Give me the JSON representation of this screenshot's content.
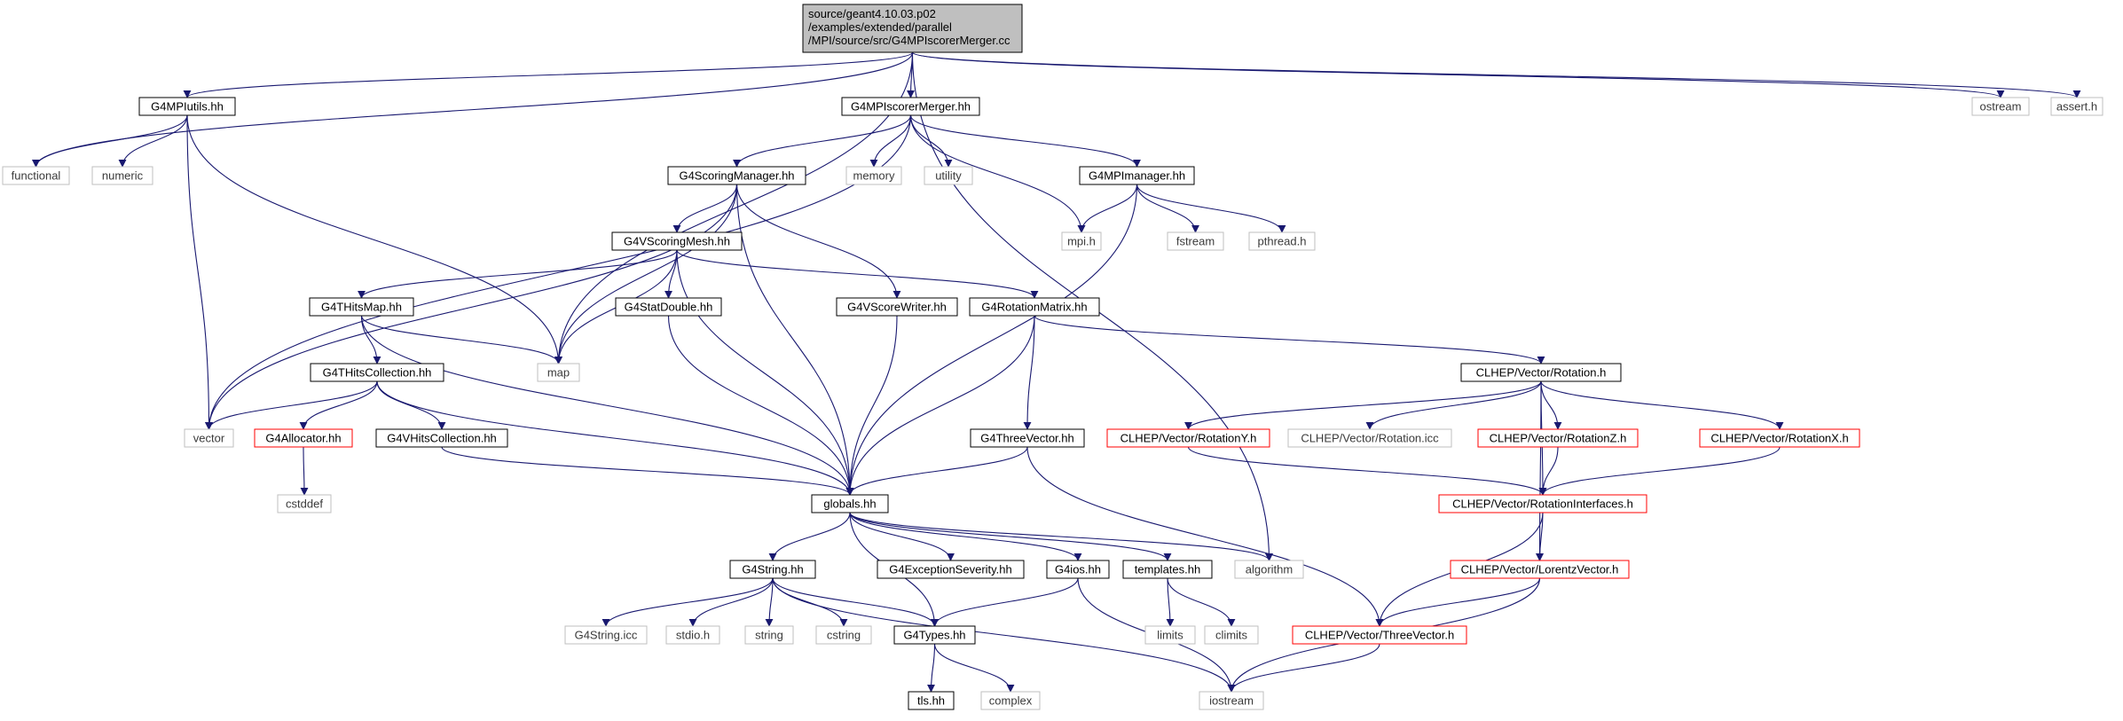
{
  "colors": {
    "edge": "#191970",
    "box_black": "#000000",
    "box_gray": "#bfbfbf",
    "box_red": "#ff0000",
    "text_dark": "#000000",
    "text_gray": "#3a3a3a",
    "root_fill": "#bfbfbf"
  },
  "nodes": [
    {
      "id": "root",
      "label": "source/geant4.10.03.p02\n/examples/extended/parallel\n/MPI/source/src/G4MPIscorerMerger.cc",
      "style": "root"
    },
    {
      "id": "mpiutils",
      "label": "G4MPIutils.hh",
      "style": "black"
    },
    {
      "id": "scorermerger_hh",
      "label": "G4MPIscorerMerger.hh",
      "style": "black"
    },
    {
      "id": "ostream",
      "label": "ostream",
      "style": "gray"
    },
    {
      "id": "assert",
      "label": "assert.h",
      "style": "gray"
    },
    {
      "id": "functional",
      "label": "functional",
      "style": "gray"
    },
    {
      "id": "numeric",
      "label": "numeric",
      "style": "gray"
    },
    {
      "id": "scoringmanager",
      "label": "G4ScoringManager.hh",
      "style": "black"
    },
    {
      "id": "memory",
      "label": "memory",
      "style": "gray"
    },
    {
      "id": "utility",
      "label": "utility",
      "style": "gray"
    },
    {
      "id": "mpimanager",
      "label": "G4MPImanager.hh",
      "style": "black"
    },
    {
      "id": "mpih",
      "label": "mpi.h",
      "style": "gray"
    },
    {
      "id": "fstream",
      "label": "fstream",
      "style": "gray"
    },
    {
      "id": "pthread",
      "label": "pthread.h",
      "style": "gray"
    },
    {
      "id": "vscoringmesh",
      "label": "G4VScoringMesh.hh",
      "style": "black"
    },
    {
      "id": "thitsmap",
      "label": "G4THitsMap.hh",
      "style": "black"
    },
    {
      "id": "statdouble",
      "label": "G4StatDouble.hh",
      "style": "black"
    },
    {
      "id": "vscorewriter",
      "label": "G4VScoreWriter.hh",
      "style": "black"
    },
    {
      "id": "rotmatrix",
      "label": "G4RotationMatrix.hh",
      "style": "black"
    },
    {
      "id": "map",
      "label": "map",
      "style": "gray"
    },
    {
      "id": "thitscoll",
      "label": "G4THitsCollection.hh",
      "style": "black"
    },
    {
      "id": "clhep_rot",
      "label": "CLHEP/Vector/Rotation.h",
      "style": "black"
    },
    {
      "id": "vector",
      "label": "vector",
      "style": "gray"
    },
    {
      "id": "allocator",
      "label": "G4Allocator.hh",
      "style": "red"
    },
    {
      "id": "vhitscoll",
      "label": "G4VHitsCollection.hh",
      "style": "black"
    },
    {
      "id": "threevector",
      "label": "G4ThreeVector.hh",
      "style": "black"
    },
    {
      "id": "roty",
      "label": "CLHEP/Vector/RotationY.h",
      "style": "red"
    },
    {
      "id": "roticc",
      "label": "CLHEP/Vector/Rotation.icc",
      "style": "gray"
    },
    {
      "id": "rotz",
      "label": "CLHEP/Vector/RotationZ.h",
      "style": "red"
    },
    {
      "id": "rotx",
      "label": "CLHEP/Vector/RotationX.h",
      "style": "red"
    },
    {
      "id": "cstddef",
      "label": "cstddef",
      "style": "gray"
    },
    {
      "id": "globals",
      "label": "globals.hh",
      "style": "black"
    },
    {
      "id": "rotinterfaces",
      "label": "CLHEP/Vector/RotationInterfaces.h",
      "style": "red"
    },
    {
      "id": "g4string",
      "label": "G4String.hh",
      "style": "black"
    },
    {
      "id": "exceptionsev",
      "label": "G4ExceptionSeverity.hh",
      "style": "black"
    },
    {
      "id": "g4ios",
      "label": "G4ios.hh",
      "style": "black"
    },
    {
      "id": "templates",
      "label": "templates.hh",
      "style": "black"
    },
    {
      "id": "algorithm",
      "label": "algorithm",
      "style": "gray"
    },
    {
      "id": "lorentz",
      "label": "CLHEP/Vector/LorentzVector.h",
      "style": "red"
    },
    {
      "id": "stringicc",
      "label": "G4String.icc",
      "style": "gray"
    },
    {
      "id": "stdio",
      "label": "stdio.h",
      "style": "gray"
    },
    {
      "id": "string",
      "label": "string",
      "style": "gray"
    },
    {
      "id": "cstring",
      "label": "cstring",
      "style": "gray"
    },
    {
      "id": "g4types",
      "label": "G4Types.hh",
      "style": "black"
    },
    {
      "id": "limits",
      "label": "limits",
      "style": "gray"
    },
    {
      "id": "climits",
      "label": "climits",
      "style": "gray"
    },
    {
      "id": "clhep_threevec",
      "label": "CLHEP/Vector/ThreeVector.h",
      "style": "red"
    },
    {
      "id": "tls",
      "label": "tls.hh",
      "style": "black"
    },
    {
      "id": "complex",
      "label": "complex",
      "style": "gray"
    },
    {
      "id": "iostream",
      "label": "iostream",
      "style": "gray"
    }
  ],
  "edges": [
    [
      "root",
      "mpiutils"
    ],
    [
      "root",
      "scorermerger_hh"
    ],
    [
      "root",
      "ostream"
    ],
    [
      "root",
      "assert"
    ],
    [
      "root",
      "functional"
    ],
    [
      "root",
      "map"
    ],
    [
      "root",
      "algorithm"
    ],
    [
      "mpiutils",
      "functional"
    ],
    [
      "mpiutils",
      "numeric"
    ],
    [
      "mpiutils",
      "vector"
    ],
    [
      "mpiutils",
      "map"
    ],
    [
      "scorermerger_hh",
      "scoringmanager"
    ],
    [
      "scorermerger_hh",
      "memory"
    ],
    [
      "scorermerger_hh",
      "utility"
    ],
    [
      "scorermerger_hh",
      "mpimanager"
    ],
    [
      "scorermerger_hh",
      "mpih"
    ],
    [
      "scorermerger_hh",
      "vector"
    ],
    [
      "mpimanager",
      "mpih"
    ],
    [
      "mpimanager",
      "fstream"
    ],
    [
      "mpimanager",
      "pthread"
    ],
    [
      "mpimanager",
      "globals"
    ],
    [
      "scoringmanager",
      "vscoringmesh"
    ],
    [
      "scoringmanager",
      "vscorewriter"
    ],
    [
      "scoringmanager",
      "map"
    ],
    [
      "scoringmanager",
      "vector"
    ],
    [
      "scoringmanager",
      "globals"
    ],
    [
      "vscoringmesh",
      "thitsmap"
    ],
    [
      "vscoringmesh",
      "statdouble"
    ],
    [
      "vscoringmesh",
      "rotmatrix"
    ],
    [
      "vscoringmesh",
      "map"
    ],
    [
      "vscoringmesh",
      "globals"
    ],
    [
      "thitsmap",
      "thitscoll"
    ],
    [
      "thitsmap",
      "map"
    ],
    [
      "thitsmap",
      "globals"
    ],
    [
      "statdouble",
      "globals"
    ],
    [
      "vscorewriter",
      "globals"
    ],
    [
      "rotmatrix",
      "clhep_rot"
    ],
    [
      "rotmatrix",
      "threevector"
    ],
    [
      "rotmatrix",
      "globals"
    ],
    [
      "thitscoll",
      "vector"
    ],
    [
      "thitscoll",
      "allocator"
    ],
    [
      "thitscoll",
      "vhitscoll"
    ],
    [
      "thitscoll",
      "globals"
    ],
    [
      "allocator",
      "cstddef"
    ],
    [
      "vhitscoll",
      "globals"
    ],
    [
      "clhep_rot",
      "roty"
    ],
    [
      "clhep_rot",
      "roticc"
    ],
    [
      "clhep_rot",
      "rotz"
    ],
    [
      "clhep_rot",
      "rotx"
    ],
    [
      "clhep_rot",
      "rotinterfaces"
    ],
    [
      "clhep_rot",
      "lorentz"
    ],
    [
      "roty",
      "rotinterfaces"
    ],
    [
      "rotz",
      "rotinterfaces"
    ],
    [
      "rotx",
      "rotinterfaces"
    ],
    [
      "rotinterfaces",
      "lorentz"
    ],
    [
      "rotinterfaces",
      "clhep_threevec"
    ],
    [
      "threevector",
      "globals"
    ],
    [
      "threevector",
      "clhep_threevec"
    ],
    [
      "globals",
      "g4string"
    ],
    [
      "globals",
      "exceptionsev"
    ],
    [
      "globals",
      "g4ios"
    ],
    [
      "globals",
      "templates"
    ],
    [
      "globals",
      "algorithm"
    ],
    [
      "globals",
      "g4types"
    ],
    [
      "g4string",
      "stringicc"
    ],
    [
      "g4string",
      "stdio"
    ],
    [
      "g4string",
      "string"
    ],
    [
      "g4string",
      "cstring"
    ],
    [
      "g4string",
      "g4types"
    ],
    [
      "g4string",
      "iostream"
    ],
    [
      "g4ios",
      "g4types"
    ],
    [
      "g4ios",
      "iostream"
    ],
    [
      "templates",
      "limits"
    ],
    [
      "templates",
      "climits"
    ],
    [
      "lorentz",
      "clhep_threevec"
    ],
    [
      "lorentz",
      "iostream"
    ],
    [
      "clhep_threevec",
      "iostream"
    ],
    [
      "g4types",
      "tls"
    ],
    [
      "g4types",
      "complex"
    ]
  ]
}
